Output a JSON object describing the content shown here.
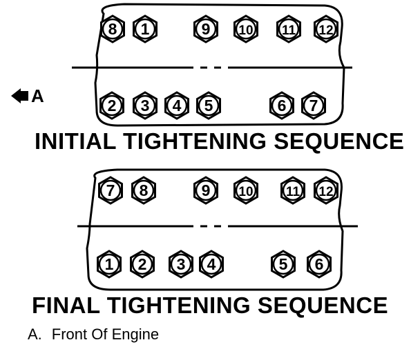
{
  "front_marker": {
    "letter": "A"
  },
  "initial": {
    "title": "INITIAL TIGHTENING SEQUENCE",
    "top_row": [
      "8",
      "1",
      "9",
      "10",
      "11",
      "12"
    ],
    "bottom_row": [
      "2",
      "3",
      "4",
      "5",
      "6",
      "7"
    ]
  },
  "final": {
    "title": "FINAL TIGHTENING SEQUENCE",
    "top_row": [
      "7",
      "8",
      "9",
      "10",
      "11",
      "12"
    ],
    "bottom_row": [
      "1",
      "2",
      "3",
      "4",
      "5",
      "6"
    ]
  },
  "legend": {
    "key": "A.",
    "text": "Front Of Engine"
  },
  "colors": {
    "ink": "#000000",
    "paper": "#ffffff"
  }
}
